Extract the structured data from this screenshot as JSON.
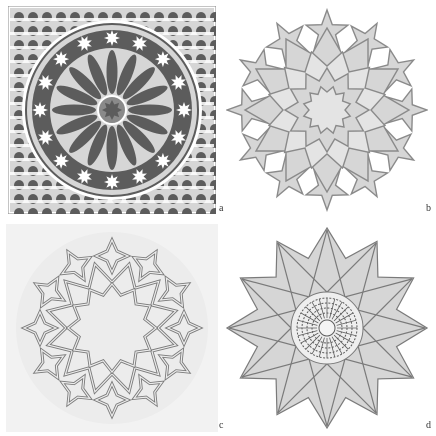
{
  "figure": {
    "panels": [
      {
        "id": "a",
        "label": "a",
        "icon": "rosette-tile-icon"
      },
      {
        "id": "b",
        "label": "b",
        "icon": "star-rosette-icon"
      },
      {
        "id": "c",
        "label": "c",
        "icon": "interlace-rosette-icon"
      },
      {
        "id": "d",
        "label": "d",
        "icon": "star-polygon-rosette-icon"
      }
    ],
    "colors": {
      "dark": "#5c5c5c",
      "mid": "#8a8a8a",
      "light": "#d6d6d6",
      "paper": "#ffffff",
      "line": "#7a7a7a"
    }
  }
}
